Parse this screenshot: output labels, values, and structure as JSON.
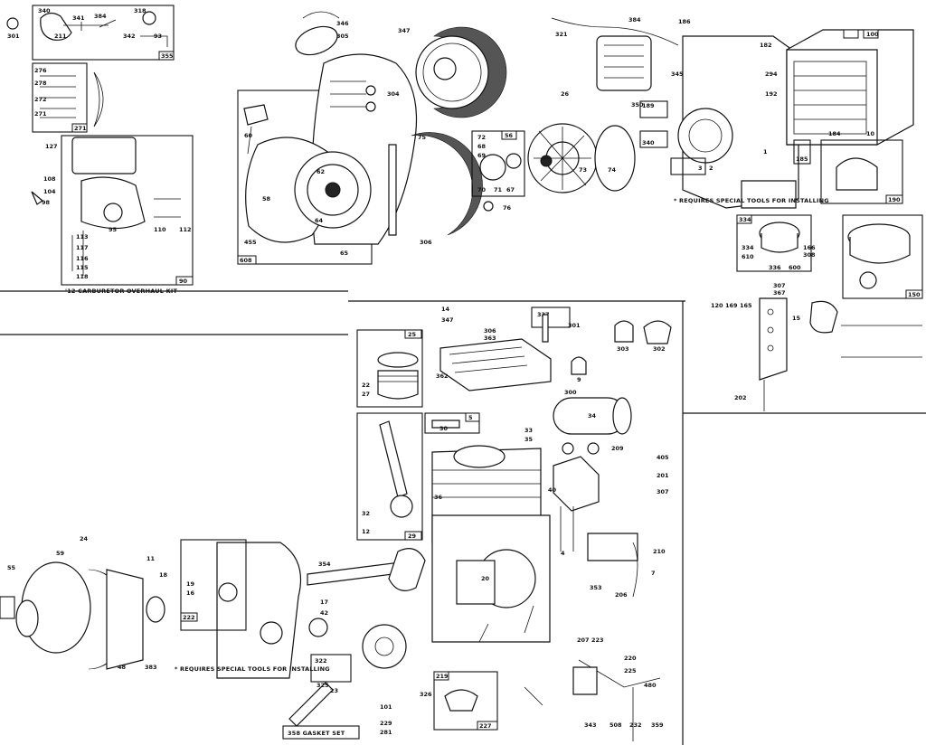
{
  "diagram": {
    "notes": {
      "carb_kit": "'12 CARBURETOR OVERHAUL KIT",
      "special_tools_1": "* REQUIRES SPECIAL TOOLS FOR INSTALLING",
      "special_tools_2": "* REQUIRES SPECIAL TOOLS FOR INSTALLING",
      "gasket_set": "358 GASKET SET"
    },
    "box_tags": {
      "carb_top": "355",
      "carb_kit": "271",
      "carb_bottom": "90",
      "starter": "608",
      "flywheel_kit": "56",
      "magneto": "189",
      "breaker": "340",
      "air_cleaner": "100",
      "filter_small": "185",
      "filter_cup": "190",
      "filter_bowl": "150",
      "piston_rings": "25",
      "conn_rod": "29",
      "rod_small": "5",
      "plug_box": "337",
      "gear_cover": "222",
      "governor": "227",
      "crank_seal": "322",
      "vent_box": "219",
      "tank_lbl": "58",
      "mount_lbl": "334"
    },
    "labels": [
      {
        "id": "l1",
        "t": "340"
      },
      {
        "id": "l2",
        "t": "341"
      },
      {
        "id": "l3",
        "t": "318"
      },
      {
        "id": "l4",
        "t": "301"
      },
      {
        "id": "l5",
        "t": "384"
      },
      {
        "id": "l6",
        "t": "211"
      },
      {
        "id": "l7",
        "t": "342"
      },
      {
        "id": "l8",
        "t": "93"
      },
      {
        "id": "l9",
        "t": "276"
      },
      {
        "id": "l10",
        "t": "278"
      },
      {
        "id": "l11",
        "t": "272"
      },
      {
        "id": "l12",
        "t": "271"
      },
      {
        "id": "l13",
        "t": "127"
      },
      {
        "id": "l14",
        "t": "108"
      },
      {
        "id": "l15",
        "t": "104"
      },
      {
        "id": "l16",
        "t": "98"
      },
      {
        "id": "l17",
        "t": "117"
      },
      {
        "id": "l18",
        "t": "116"
      },
      {
        "id": "l19",
        "t": "113"
      },
      {
        "id": "l20",
        "t": "115"
      },
      {
        "id": "l21",
        "t": "118"
      },
      {
        "id": "l22",
        "t": "95"
      },
      {
        "id": "l23",
        "t": "110"
      },
      {
        "id": "l24",
        "t": "112"
      },
      {
        "id": "l25",
        "t": "305"
      },
      {
        "id": "l26",
        "t": "346"
      },
      {
        "id": "l27",
        "t": "347"
      },
      {
        "id": "l28",
        "t": "304"
      },
      {
        "id": "l29",
        "t": "75"
      },
      {
        "id": "l30",
        "t": "58"
      },
      {
        "id": "l31",
        "t": "60"
      },
      {
        "id": "l32",
        "t": "62"
      },
      {
        "id": "l33",
        "t": "65"
      },
      {
        "id": "l34",
        "t": "64"
      },
      {
        "id": "l35",
        "t": "306"
      },
      {
        "id": "l36",
        "t": "455"
      },
      {
        "id": "l37",
        "t": "321"
      },
      {
        "id": "l38",
        "t": "26"
      },
      {
        "id": "l39",
        "t": "72"
      },
      {
        "id": "l40",
        "t": "68"
      },
      {
        "id": "l41",
        "t": "69"
      },
      {
        "id": "l42",
        "t": "70"
      },
      {
        "id": "l43",
        "t": "71"
      },
      {
        "id": "l44",
        "t": "67"
      },
      {
        "id": "l45",
        "t": "73"
      },
      {
        "id": "l46",
        "t": "74"
      },
      {
        "id": "l47",
        "t": "76"
      },
      {
        "id": "l48",
        "t": "350"
      },
      {
        "id": "l49",
        "t": "384"
      },
      {
        "id": "l50",
        "t": "186"
      },
      {
        "id": "l51",
        "t": "182"
      },
      {
        "id": "l52",
        "t": "345"
      },
      {
        "id": "l53",
        "t": "294"
      },
      {
        "id": "l54",
        "t": "192"
      },
      {
        "id": "l55",
        "t": "1"
      },
      {
        "id": "l56",
        "t": "3"
      },
      {
        "id": "l57",
        "t": "2"
      },
      {
        "id": "l58",
        "t": "10"
      },
      {
        "id": "l59",
        "t": "184"
      },
      {
        "id": "l60",
        "t": "334"
      },
      {
        "id": "l61",
        "t": "610"
      },
      {
        "id": "l62",
        "t": "336"
      },
      {
        "id": "l63",
        "t": "600"
      },
      {
        "id": "l64",
        "t": "166"
      },
      {
        "id": "l65",
        "t": "308"
      },
      {
        "id": "l66",
        "t": "307"
      },
      {
        "id": "l67",
        "t": "367"
      },
      {
        "id": "l68",
        "t": "120"
      },
      {
        "id": "l69",
        "t": "169"
      },
      {
        "id": "l70",
        "t": "165"
      },
      {
        "id": "l71",
        "t": "15"
      },
      {
        "id": "l72",
        "t": "14"
      },
      {
        "id": "l73",
        "t": "347"
      },
      {
        "id": "l74",
        "t": "306"
      },
      {
        "id": "l75",
        "t": "363"
      },
      {
        "id": "l76",
        "t": "301"
      },
      {
        "id": "l77",
        "t": "303"
      },
      {
        "id": "l78",
        "t": "302"
      },
      {
        "id": "l79",
        "t": "300"
      },
      {
        "id": "l80",
        "t": "34"
      },
      {
        "id": "l81",
        "t": "33"
      },
      {
        "id": "l82",
        "t": "35"
      },
      {
        "id": "l83",
        "t": "209"
      },
      {
        "id": "l84",
        "t": "405"
      },
      {
        "id": "l85",
        "t": "201"
      },
      {
        "id": "l86",
        "t": "307"
      },
      {
        "id": "l87",
        "t": "36"
      },
      {
        "id": "l88",
        "t": "40"
      },
      {
        "id": "l89",
        "t": "4"
      },
      {
        "id": "l90",
        "t": "20"
      },
      {
        "id": "l91",
        "t": "16"
      },
      {
        "id": "l92",
        "t": "17"
      },
      {
        "id": "l93",
        "t": "42"
      },
      {
        "id": "l94",
        "t": "24"
      },
      {
        "id": "l95",
        "t": "55"
      },
      {
        "id": "l96",
        "t": "59"
      },
      {
        "id": "l97",
        "t": "18"
      },
      {
        "id": "l98",
        "t": "48"
      },
      {
        "id": "l99",
        "t": "383"
      },
      {
        "id": "l100",
        "t": "354"
      },
      {
        "id": "l101",
        "t": "353"
      },
      {
        "id": "l102",
        "t": "206"
      },
      {
        "id": "l103",
        "t": "207"
      },
      {
        "id": "l104",
        "t": "223"
      },
      {
        "id": "l105",
        "t": "220"
      },
      {
        "id": "l106",
        "t": "225"
      },
      {
        "id": "l107",
        "t": "480"
      },
      {
        "id": "l108",
        "t": "343"
      },
      {
        "id": "l109",
        "t": "508"
      },
      {
        "id": "l110",
        "t": "232"
      },
      {
        "id": "l111",
        "t": "359"
      },
      {
        "id": "l112",
        "t": "101"
      },
      {
        "id": "l113",
        "t": "229"
      },
      {
        "id": "l114",
        "t": "281"
      },
      {
        "id": "l115",
        "t": "326"
      },
      {
        "id": "l116",
        "t": "325"
      },
      {
        "id": "l117",
        "t": "23"
      },
      {
        "id": "l118",
        "t": "22"
      },
      {
        "id": "l119",
        "t": "27"
      },
      {
        "id": "l120",
        "t": "30"
      },
      {
        "id": "l121",
        "t": "32"
      },
      {
        "id": "l122",
        "t": "12"
      },
      {
        "id": "l123",
        "t": "19"
      },
      {
        "id": "l124",
        "t": "11"
      },
      {
        "id": "l125",
        "t": "7"
      },
      {
        "id": "l126",
        "t": "362"
      },
      {
        "id": "l127",
        "t": "9"
      },
      {
        "id": "l128",
        "t": "210"
      },
      {
        "id": "l129",
        "t": "202"
      }
    ]
  }
}
